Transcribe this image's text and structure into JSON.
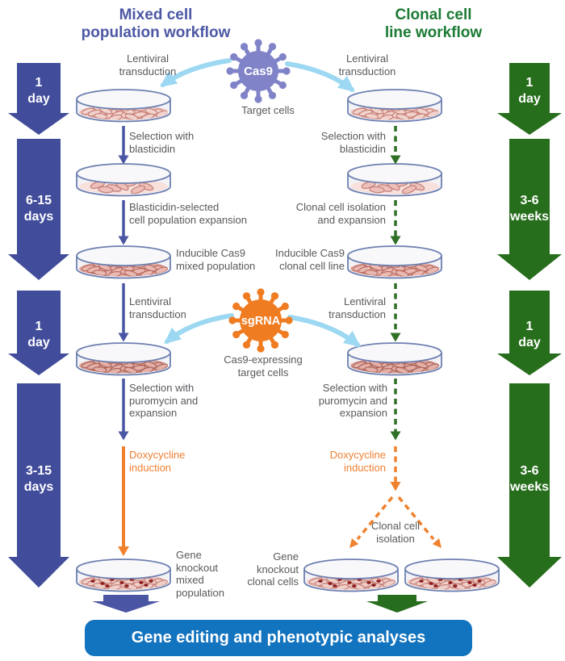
{
  "headers": {
    "mixed": "Mixed cell\npopulation workflow",
    "clonal": "Clonal cell\nline workflow"
  },
  "timeline_left": [
    {
      "duration": "1\nday"
    },
    {
      "duration": "6-15\ndays"
    },
    {
      "duration": "1\nday"
    },
    {
      "duration": "3-15\ndays"
    }
  ],
  "timeline_right": [
    {
      "duration": "1\nday"
    },
    {
      "duration": "3-6\nweeks"
    },
    {
      "duration": "1\nday"
    },
    {
      "duration": "3-6\nweeks"
    }
  ],
  "center": {
    "cas9_virus_label": "Cas9",
    "cas9_caption": "Target cells",
    "sgrna_virus_label": "sgRNA",
    "sgrna_caption": "Cas9-expressing\ntarget cells"
  },
  "mixed_steps": {
    "lentiviral_1": "Lentiviral\ntransduction",
    "selection_blasticidin": "Selection with\nblasticidin",
    "blasticidin_expansion": "Blasticidin-selected\ncell population expansion",
    "inducible_label": "Inducible Cas9\nmixed population",
    "lentiviral_2": "Lentiviral\ntransduction",
    "selection_puromycin": "Selection with\npuromycin and\nexpansion",
    "doxycycline": "Doxycycline\ninduction",
    "result_label": "Gene\nknockout\nmixed\npopulation"
  },
  "clonal_steps": {
    "lentiviral_1": "Lentiviral\ntransduction",
    "selection_blasticidin": "Selection with\nblasticidin",
    "clonal_isolation_expansion": "Clonal cell isolation\nand expansion",
    "inducible_label": "Inducible Cas9\nclonal cell line",
    "lentiviral_2": "Lentiviral\ntransduction",
    "selection_puromycin": "Selection with\npuromycin and\nexpansion",
    "doxycycline": "Doxycycline\ninduction",
    "clonal_isolation_2": "Clonal cell\nisolation",
    "result_label": "Gene\nknockout\nclonal cells"
  },
  "banner": {
    "label": "Gene editing and phenotypic analyses"
  },
  "colors": {
    "mixed_accent": "#4c58a4",
    "mixed_arrow": "#414d9b",
    "clonal_accent": "#1c7b34",
    "clonal_arrow": "#276e1c",
    "orange_accent": "#f08033",
    "light_blue_arrow": "#9dd8f2",
    "banner_blue": "#1273bf",
    "cas9_purple": "#8083c7",
    "sgrna_orange": "#f07c22",
    "label_gray": "#58595d"
  }
}
